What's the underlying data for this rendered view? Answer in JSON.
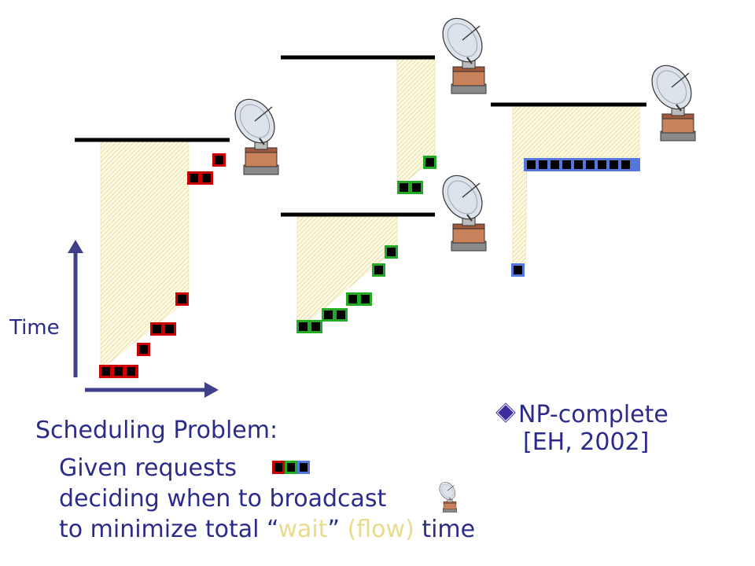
{
  "axis": {
    "time_label": "Time"
  },
  "text": {
    "heading": "Scheduling Problem:",
    "given": "Given requests",
    "deciding": "deciding when to broadcast",
    "minimize_prefix": "to minimize total “",
    "wait": "wait",
    "minimize_mid": "” ",
    "flow": "(flow)",
    "minimize_suffix": " time"
  },
  "result": {
    "line1": "NP-complete",
    "line2": "[EH, 2002]"
  },
  "colors": {
    "red": "#cc0000",
    "green": "#22aa22",
    "blue": "#5577dd",
    "arrow": "#40408a",
    "text": "#2b2b8a",
    "highlight": "#e8dc8c",
    "hatch": "#e8dc8c"
  }
}
